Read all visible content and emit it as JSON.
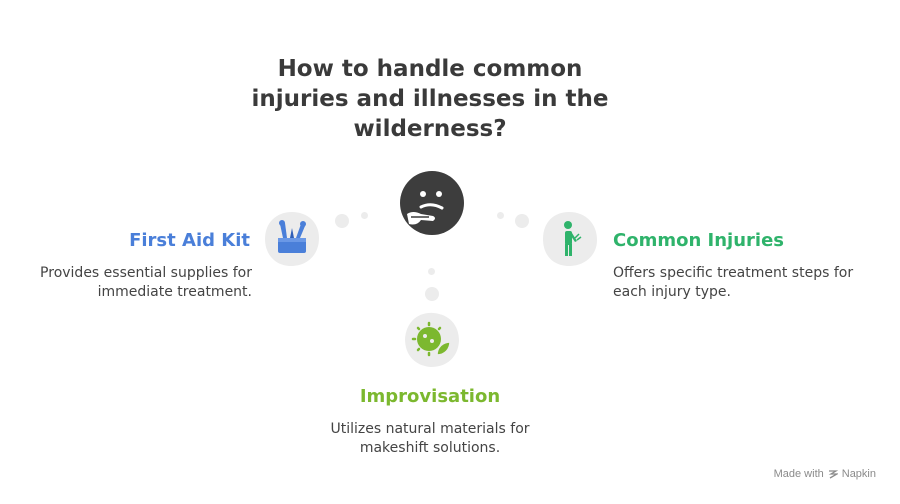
{
  "title": "How to handle common injuries and illnesses in the wilderness?",
  "nodes": [
    {
      "heading": "First Aid Kit",
      "description": "Provides essential supplies for immediate treatment.",
      "color": "#4a7fd9",
      "icon": "first-aid-kit-icon"
    },
    {
      "heading": "Common Injuries",
      "description": "Offers specific treatment steps for each injury type.",
      "color": "#2fb36b",
      "icon": "injured-person-icon"
    },
    {
      "heading": "Improvisation",
      "description": "Utilizes natural materials for makeshift solutions.",
      "color": "#7cb82f",
      "icon": "leaf-virus-icon"
    }
  ],
  "center_icon": "thinking-face-icon",
  "colors": {
    "title": "#3a3a3a",
    "center": "#3d3d3d",
    "blob": "#ececec"
  },
  "footer": {
    "made_with": "Made with",
    "brand": "Napkin"
  }
}
